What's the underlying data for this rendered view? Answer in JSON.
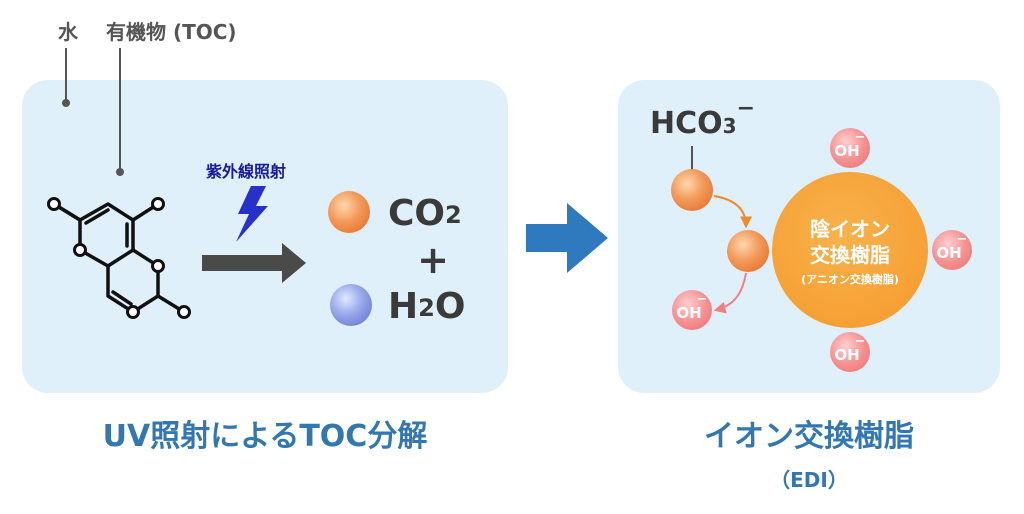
{
  "top_labels": {
    "water": "水",
    "toc": "有機物 (TOC)"
  },
  "left_panel": {
    "uv_label": "紫外線照射",
    "co2": {
      "base": "CO",
      "sub": "2"
    },
    "plus": "+",
    "h2o": {
      "pre": "H",
      "sub": "2",
      "post": "O"
    },
    "caption": "UV照射によるTOC分解"
  },
  "right_panel": {
    "hco3": {
      "base": "HCO",
      "sub": "3",
      "charge": "−"
    },
    "oh": {
      "text": "OH",
      "charge": "−"
    },
    "resin": {
      "line1": "陰イオン",
      "line2": "交換樹脂",
      "line3": "(アニオン交換樹脂)"
    },
    "caption": "イオン交換樹脂",
    "caption_sub": "（EDI）"
  },
  "colors": {
    "panel": "#dff0fb",
    "caption": "#3377b0",
    "uv_text": "#1a1aa0",
    "bolt": "#2730c8",
    "gray_arrow": "#4a4a4a",
    "blue_arrow": "#2f79bf",
    "orange": "#f2a24a",
    "oh_pink": "#f28c8c"
  }
}
